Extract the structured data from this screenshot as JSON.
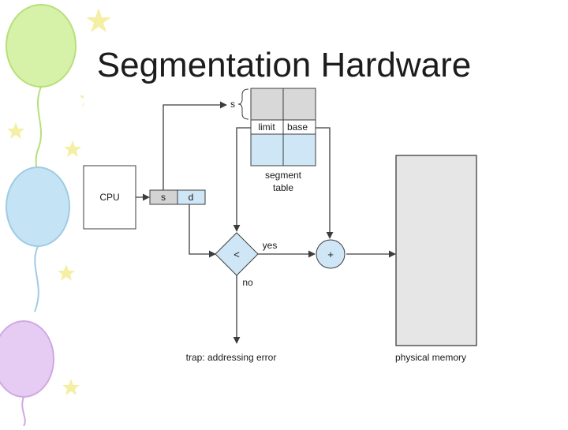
{
  "slide": {
    "title": "Segmentation Hardware"
  },
  "diagram": {
    "cpu_label": "CPU",
    "address": {
      "segment_label": "s",
      "offset_label": "d"
    },
    "segment_table": {
      "index_label": "s",
      "limit_header": "limit",
      "base_header": "base",
      "caption_line1": "segment",
      "caption_line2": "table"
    },
    "compare": {
      "symbol": "<",
      "yes_label": "yes",
      "no_label": "no"
    },
    "adder": {
      "symbol": "+"
    },
    "trap_label": "trap: addressing error",
    "memory_label": "physical memory"
  },
  "colors": {
    "background": "#ffffff",
    "diagram_bg": "#ffffff",
    "line": "#3d3d3d",
    "table_top": "#d8d8d8",
    "table_bottom": "#cfe6f7",
    "offset_box": "#cfe6f7",
    "segment_box": "#d3d3d3",
    "memory_fill": "#e6e6e6",
    "node_fill": "#cfe6f7",
    "balloon_green": "#d6f2a8",
    "balloon_blue": "#c4e3f4",
    "balloon_purple": "#e6ccf2",
    "star": "#f5efa6"
  }
}
